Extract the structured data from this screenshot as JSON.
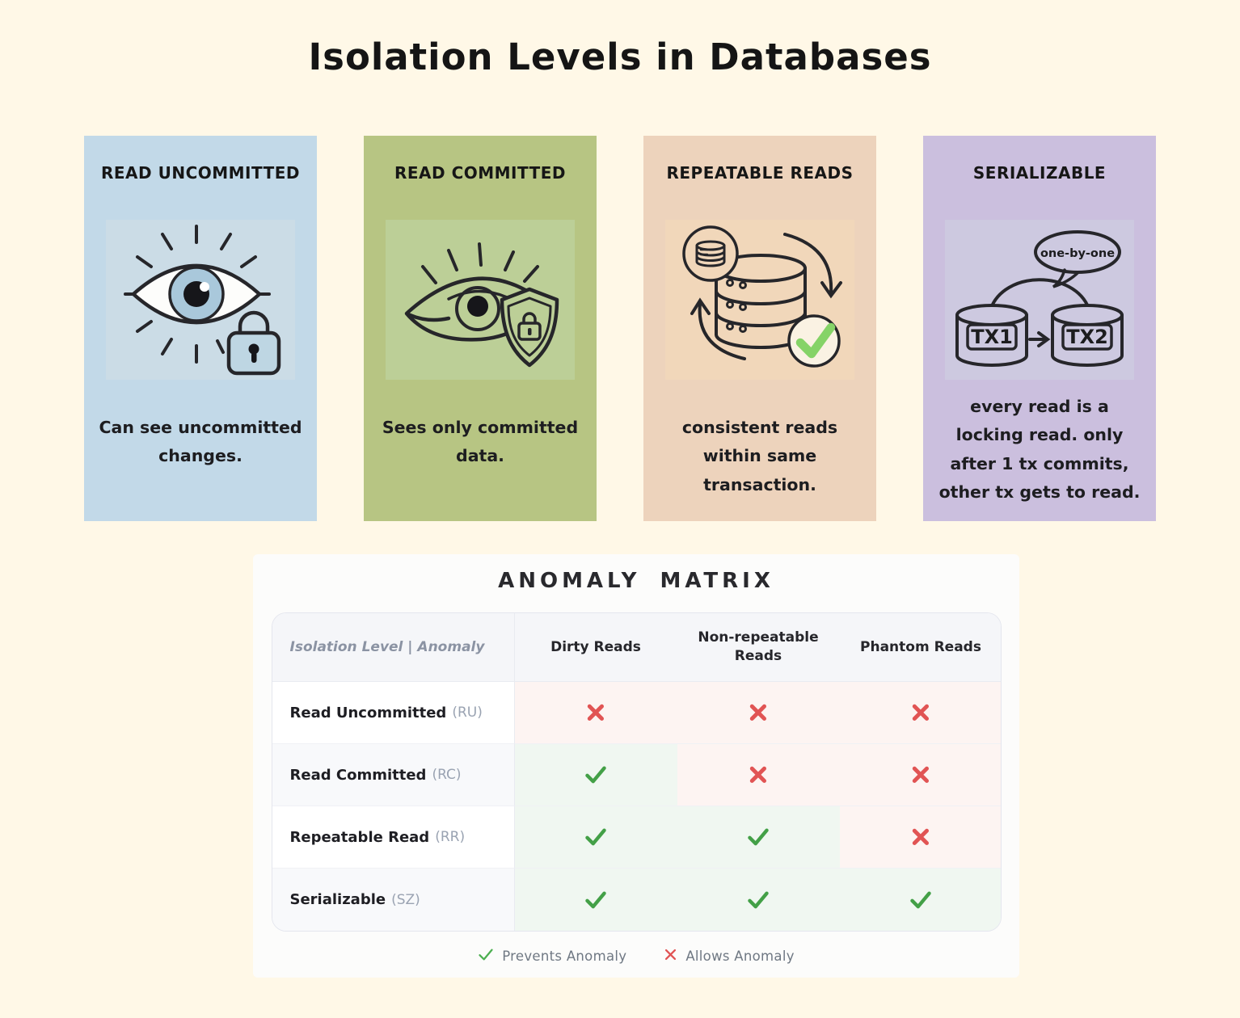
{
  "page": {
    "title": "Isolation Levels in Databases",
    "background": "#FFF8E7"
  },
  "cards": [
    {
      "title": "READ UNCOMMITTED",
      "description": "Can see uncommitted changes.",
      "icon": "eye-with-padlock-icon",
      "bg": "#C2D9E8",
      "icon_bg": "#CBDCE6"
    },
    {
      "title": "READ COMMITTED",
      "description": "Sees only committed data.",
      "icon": "eye-with-shield-lock-icon",
      "bg": "#B7C583",
      "icon_bg": "#BCCF97"
    },
    {
      "title": "REPEATABLE READS",
      "description": "consistent reads within same transaction.",
      "icon": "database-refresh-check-icon",
      "bg": "#EDD3BC",
      "icon_bg": "#F1D7BA"
    },
    {
      "title": "SERIALIZABLE",
      "description": "every read is a locking read. only after 1 tx commits, other tx gets to read.",
      "icon": "tx-sequence-icon",
      "bg": "#CBBFDE",
      "icon_bg": "#CDC9E0",
      "icon_labels": {
        "tx1": "TX1",
        "tx2": "TX2",
        "bubble": "one-by-one"
      }
    }
  ],
  "matrix": {
    "title": "ANOMALY MATRIX",
    "corner_label": "Isolation Level | Anomaly",
    "columns": [
      "Dirty Reads",
      "Non-repeatable Reads",
      "Phantom Reads"
    ],
    "rows": [
      {
        "level": "Read Uncommitted",
        "abbr": "(RU)",
        "cells": [
          "allows",
          "allows",
          "allows"
        ]
      },
      {
        "level": "Read Committed",
        "abbr": "(RC)",
        "cells": [
          "prevents",
          "allows",
          "allows"
        ]
      },
      {
        "level": "Repeatable Read",
        "abbr": "(RR)",
        "cells": [
          "prevents",
          "prevents",
          "allows"
        ]
      },
      {
        "level": "Serializable",
        "abbr": "(SZ)",
        "cells": [
          "prevents",
          "prevents",
          "prevents"
        ]
      }
    ],
    "legend": [
      {
        "symbol": "check",
        "label": "Prevents Anomaly"
      },
      {
        "symbol": "x",
        "label": "Allows Anomaly"
      }
    ],
    "colors": {
      "prevents": "#43A047",
      "allows": "#E15454",
      "prevents_cell_bg": "#F0F7F1",
      "allows_cell_bg": "#FDF4F2",
      "legend_check": "#4CAF50",
      "legend_x": "#E15454"
    }
  }
}
